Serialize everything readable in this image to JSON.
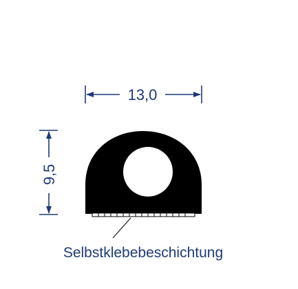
{
  "diagram": {
    "width_label": "13,0",
    "height_label": "9,5",
    "adhesive_label": "Selbstklebebeschichtung"
  },
  "colors": {
    "dimension": "#1f3a78",
    "profile": "#000000",
    "adhesive_tape": "#ffffff"
  }
}
